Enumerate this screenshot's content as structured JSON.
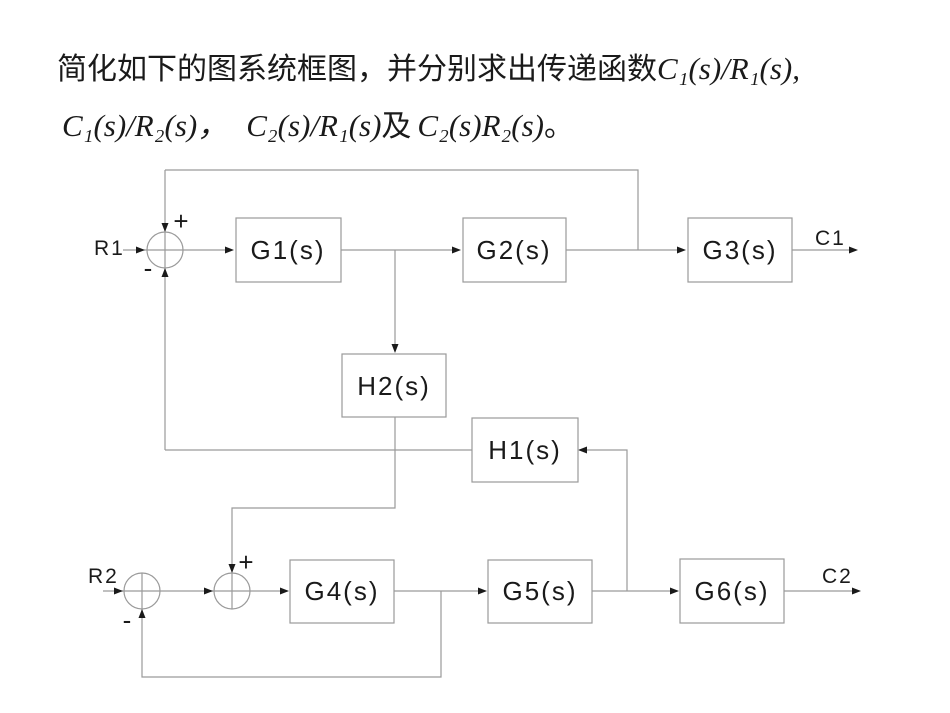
{
  "title": {
    "line1_text": "简化如下的图系统框图，并分别求出传递函数",
    "line1_math": "C₁(s)/R₁(s),",
    "line2_math1": "C₁(s)/R₂(s)，",
    "line2_math2": "C₂(s)/R₁(s)",
    "line2_conj": "及",
    "line2_math3": "C₂(s)R₂(s)",
    "line2_period": "。"
  },
  "diagram": {
    "inputs": {
      "r1": "R1",
      "r2": "R2"
    },
    "outputs": {
      "c1": "C1",
      "c2": "C2"
    },
    "blocks": {
      "g1": "G1(s)",
      "g2": "G2(s)",
      "g3": "G3(s)",
      "g4": "G4(s)",
      "g5": "G5(s)",
      "g6": "G6(s)",
      "h1": "H1(s)",
      "h2": "H2(s)"
    },
    "signs": {
      "s1_plus": "+",
      "s1_minus": "-",
      "s2_minus": "-",
      "s3_plus": "+"
    }
  },
  "colors": {
    "line": "#9a9a9a",
    "arrow": "#1a1a1a",
    "text": "#1a1a1a",
    "background": "#ffffff"
  }
}
